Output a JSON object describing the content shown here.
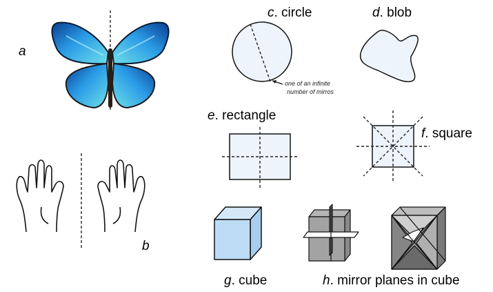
{
  "panels": {
    "a": {
      "letter": "a"
    },
    "b": {
      "letter": "b"
    },
    "c": {
      "letter": "c",
      "text": ". circle",
      "note_line1": "one of an infinite",
      "note_line2": "number of mirros"
    },
    "d": {
      "letter": "d",
      "text": ". blob"
    },
    "e": {
      "letter": "e",
      "text": ". rectangle"
    },
    "f": {
      "letter": "f",
      "text": ". square"
    },
    "g": {
      "letter": "g",
      "text": ". cube"
    },
    "h": {
      "letter": "h",
      "text": ". mirror planes in cube"
    }
  },
  "colors": {
    "shape_fill": "#eef4fb",
    "cube_front": "#bcdcf6",
    "cube_side": "#a8cdef",
    "cube_top": "#d4e8f9",
    "butterfly_blue": "#2a9be6",
    "butterfly_cyan": "#6fe0e8",
    "plane_gray": "#8a8a8a"
  },
  "icons": [
    "butterfly-image",
    "hands-image"
  ]
}
